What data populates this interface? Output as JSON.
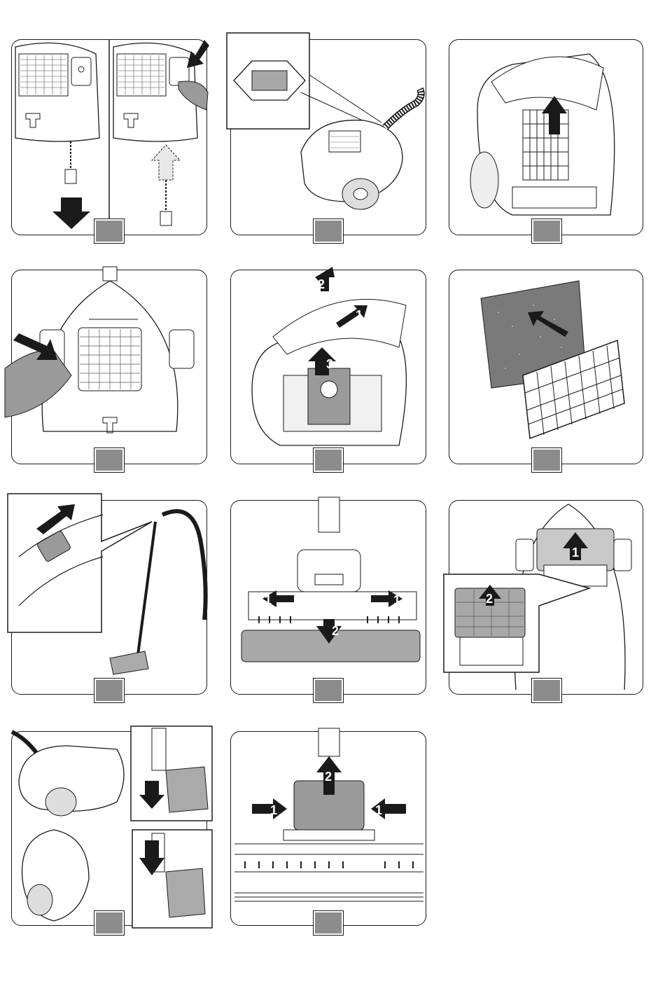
{
  "figures": [
    {
      "id": "fig-1",
      "steps": []
    },
    {
      "id": "fig-2",
      "steps": []
    },
    {
      "id": "fig-3",
      "steps": []
    },
    {
      "id": "fig-4",
      "steps": []
    },
    {
      "id": "fig-5",
      "steps": [
        "1",
        "2",
        "3"
      ]
    },
    {
      "id": "fig-6",
      "steps": []
    },
    {
      "id": "fig-7",
      "steps": []
    },
    {
      "id": "fig-8",
      "steps": [
        "1",
        "1",
        "2"
      ]
    },
    {
      "id": "fig-9",
      "steps": [
        "1",
        "2"
      ]
    },
    {
      "id": "fig-10",
      "steps": []
    },
    {
      "id": "fig-11",
      "steps": [
        "2",
        "1",
        "1"
      ]
    }
  ],
  "colors": {
    "line": "#1a1a1a",
    "tag": "#8c8c8c",
    "arrow": "#1a1a1a",
    "filter": "#a0a0a0",
    "shade": "#c8c8c8"
  }
}
